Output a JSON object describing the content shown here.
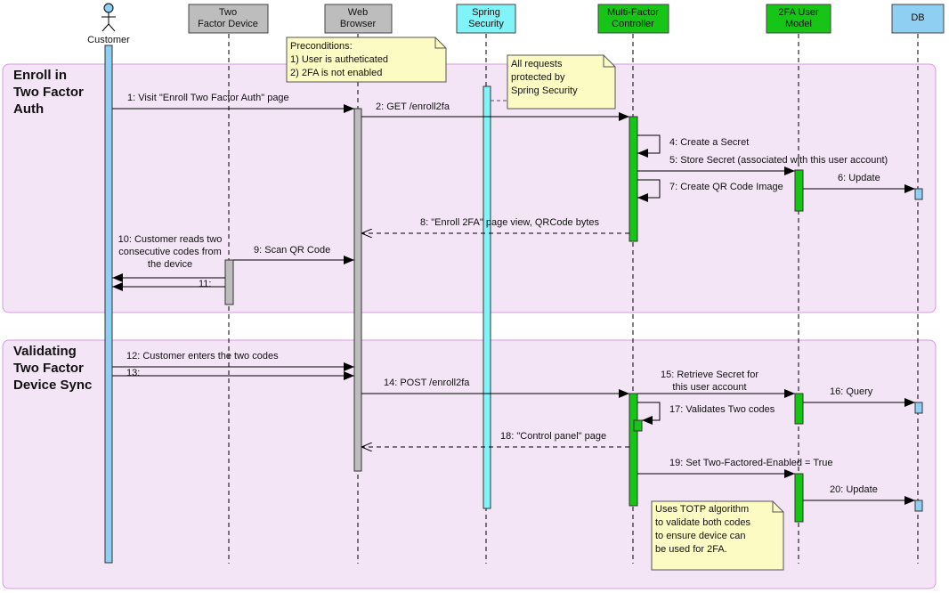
{
  "colors": {
    "frame_fill": "#f3e4f6",
    "frame_stroke": "#d59be0",
    "customer": "#8fcff2",
    "device": "#bdbdbd",
    "browser": "#bdbdbd",
    "security": "#80f4f8",
    "controller": "#17c517",
    "model": "#17c517",
    "db": "#8fcff2",
    "note": "#fdfbc4"
  },
  "actor": {
    "name": "Customer"
  },
  "participants": [
    {
      "id": "device",
      "lines": [
        "Two",
        "Factor Device"
      ]
    },
    {
      "id": "browser",
      "lines": [
        "Web",
        "Browser"
      ]
    },
    {
      "id": "security",
      "lines": [
        "Spring",
        "Security"
      ]
    },
    {
      "id": "controller",
      "lines": [
        "Multi-Factor",
        "Controller"
      ]
    },
    {
      "id": "model",
      "lines": [
        "2FA User",
        "Model"
      ]
    },
    {
      "id": "db",
      "lines": [
        "DB"
      ]
    }
  ],
  "frames": [
    {
      "lines": [
        "Enroll in",
        "Two Factor",
        "Auth"
      ]
    },
    {
      "lines": [
        "Validating",
        "Two Factor",
        "Device Sync"
      ]
    }
  ],
  "notes": {
    "preconditions": [
      "Preconditions:",
      "1) User is autheticated",
      "2) 2FA is not enabled"
    ],
    "security": [
      "All requests",
      "protected by",
      "Spring Security"
    ],
    "totp": [
      "Uses TOTP algorithm",
      "to validate both codes",
      "to ensure device can",
      "be used for 2FA."
    ]
  },
  "messages": {
    "m1": [
      "1: Visit \"Enroll Two Factor Auth\" page"
    ],
    "m2": [
      "2: GET /enroll2fa"
    ],
    "m4": [
      "4: Create a Secret"
    ],
    "m5": [
      "5: Store Secret (associated with this user account)"
    ],
    "m6": [
      "6: Update"
    ],
    "m7": [
      "7: Create QR Code Image"
    ],
    "m8": [
      "8: \"Enroll 2FA\" page view, QRCode bytes"
    ],
    "m9": [
      "9: Scan QR Code"
    ],
    "m10": [
      "10: Customer reads two",
      "consecutive codes from",
      "the device"
    ],
    "m11": [
      "11:"
    ],
    "m12": [
      "12: Customer enters the two codes"
    ],
    "m13": [
      "13:"
    ],
    "m14": [
      "14: POST /enroll2fa"
    ],
    "m15": [
      "15: Retrieve Secret for",
      "this user account"
    ],
    "m16": [
      "16: Query"
    ],
    "m17": [
      "17: Validates Two codes"
    ],
    "m18": [
      "18: \"Control panel\" page"
    ],
    "m19": [
      "19: Set Two-Factored-Enabled = True"
    ],
    "m20": [
      "20: Update"
    ]
  }
}
